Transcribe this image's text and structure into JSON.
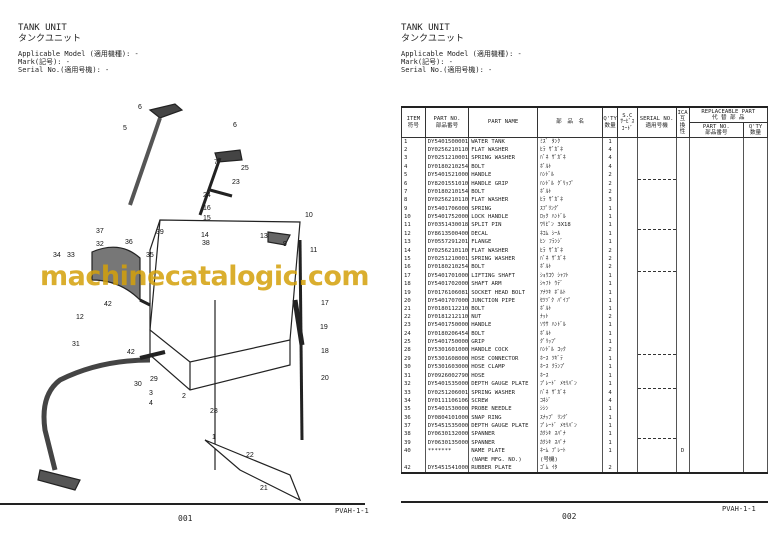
{
  "left": {
    "title_en": "TANK UNIT",
    "title_jp": "タンクユニット",
    "model": "Applicable Model (適用機種): -",
    "mark": "Mark(記号): -",
    "serial": "Serial No.(適用号機): -",
    "ref": "PVAH-1-1",
    "page": "001"
  },
  "right": {
    "title_en": "TANK UNIT",
    "title_jp": "タンクユニット",
    "model": "Applicable Model (適用機種): -",
    "mark": "Mark(記号): -",
    "serial": "Serial No.(適用号機): -",
    "ref": "PVAH-1-1",
    "page": "002"
  },
  "watermark": "machinecatalogic.com",
  "diagram": {
    "callouts": [
      "6",
      "5",
      "6",
      "7",
      "25",
      "23",
      "24",
      "16",
      "15",
      "10",
      "14",
      "13",
      "11",
      "39",
      "38",
      "37",
      "32",
      "36",
      "34",
      "33",
      "35",
      "9",
      "42",
      "12",
      "17",
      "19",
      "18",
      "31",
      "42",
      "29",
      "30",
      "3",
      "4",
      "2",
      "28",
      "20",
      "22",
      "1",
      "21"
    ]
  },
  "table": {
    "headers": {
      "item": "ITEM\n符号",
      "part_no": "PART NO.\n部品番号",
      "part_name": "PART NAME",
      "jp_name": "部　品　名",
      "qty": "Q'TY\n数量",
      "sc": "S.C\nｻｰﾋﾞｽ\nｺｰﾄﾞ",
      "serial": "SERIAL NO.\n適用号機",
      "ica": "ICA\n互\n換\n性",
      "repl": "REPLACEABLE PART\n代 替 部 品",
      "repl_part": "PART NO.\n部品番号",
      "repl_qty": "Q'TY\n数量"
    },
    "rows": [
      [
        "1",
        "DY5401500001",
        "WATER TANK",
        "ﾐｽﾞ ﾀﾝｸ",
        "1",
        ""
      ],
      [
        "2",
        "DY0256210110",
        "FLAT WASHER",
        "ﾋﾗ ｻﾞｶﾞﾈ",
        "4",
        ""
      ],
      [
        "3",
        "DY0251210001",
        "SPRING WASHER",
        "ﾊﾞﾈ ｻﾞｶﾞﾈ",
        "4",
        ""
      ],
      [
        "4",
        "DY0180210254",
        "BOLT",
        "ﾎﾞﾙﾄ",
        "4",
        ""
      ],
      [
        "5",
        "DY5401521000",
        "HANDLE",
        "ﾊﾝﾄﾞﾙ",
        "2",
        ""
      ],
      [
        "6",
        "DY8201551010",
        "HANDLE GRIP",
        "ﾊﾝﾄﾞﾙ ｸﾞﾘｯﾌﾟ",
        "2",
        ""
      ],
      [
        "7",
        "DY0180210154",
        "BOLT",
        "ﾎﾞﾙﾄ",
        "2",
        ""
      ],
      [
        "8",
        "DY0256210110",
        "FLAT WASHER",
        "ﾋﾗ ｻﾞｶﾞﾈ",
        "3",
        ""
      ],
      [
        "9",
        "DY5401706000",
        "SPRING",
        "ｽﾌﾟﾘﾝｸﾞ",
        "1",
        ""
      ],
      [
        "10",
        "DY5401752000",
        "LOCK HANDLE",
        "ﾛｯｸ ﾊﾝﾄﾞﾙ",
        "1",
        ""
      ],
      [
        "11",
        "DY0351430018",
        "SPLIT PIN",
        "ﾜﾘﾋﾟﾝ 3X18",
        "1",
        ""
      ],
      [
        "12",
        "DY8613500400",
        "DECAL",
        "ﾈｺﾑ ｼｰﾙ",
        "1",
        ""
      ],
      [
        "13",
        "DY0557291201",
        "FLANGE",
        "ﾋﾝ ﾌﾗﾝｼﾞ",
        "1",
        ""
      ],
      [
        "14",
        "DY0256210110",
        "FLAT WASHER",
        "ﾋﾗ ｻﾞｶﾞﾈ",
        "2",
        ""
      ],
      [
        "15",
        "DY0251210001",
        "SPRING WASHER",
        "ﾊﾞﾈ ｻﾞｶﾞﾈ",
        "2",
        ""
      ],
      [
        "16",
        "DY0180210254",
        "BOLT",
        "ﾎﾞﾙﾄ",
        "2",
        ""
      ],
      [
        "17",
        "DY5401701000",
        "LIFTING SHAFT",
        "ｼｮｳｺｳ ｼｬﾌﾄ",
        "1",
        ""
      ],
      [
        "18",
        "DY5401702000",
        "SHAFT ARM",
        "ｼｬﾌﾄ ｳﾃﾞ",
        "1",
        ""
      ],
      [
        "19",
        "DY0176106081",
        "SOCKET HEAD BOLT",
        "ｱﾅﾂｷ ﾎﾞﾙﾄ",
        "1",
        ""
      ],
      [
        "20",
        "DY5401707000",
        "JUNCTION PIPE",
        "ｾﾂｿﾞｸ ﾊﾟｲﾌﾟ",
        "1",
        ""
      ],
      [
        "21",
        "DY0180112210",
        "BOLT",
        "ﾎﾞﾙﾄ",
        "1",
        ""
      ],
      [
        "22",
        "DY0181212110",
        "NUT",
        "ﾅｯﾄ",
        "2",
        ""
      ],
      [
        "23",
        "DY5401750000",
        "HANDLE",
        "ｿｳｻ ﾊﾝﾄﾞﾙ",
        "1",
        ""
      ],
      [
        "24",
        "DY0180206454",
        "BOLT",
        "ﾎﾞﾙﾄ",
        "1",
        ""
      ],
      [
        "25",
        "DY5401750000",
        "GRIP",
        "ｸﾞﾘｯﾌﾟ",
        "1",
        ""
      ],
      [
        "28",
        "DY5301601000",
        "HANDLE COCK",
        "ﾊﾝﾄﾞﾙ ｺｯｸ",
        "2",
        ""
      ],
      [
        "29",
        "DY5301608000",
        "HOSE CONNECTOR",
        "ﾎｰｽ ﾂｷﾞﾃ",
        "1",
        ""
      ],
      [
        "30",
        "DY5301603000",
        "HOSE CLAMP",
        "ﾎｰｽ ｸﾗﾝﾌﾟ",
        "1",
        ""
      ],
      [
        "31",
        "DY0926002790",
        "HOSE",
        "ﾎｰｽ",
        "1",
        ""
      ],
      [
        "32",
        "DY5401535000",
        "DEPTH GAUGE PLATE",
        "ﾌﾟﾚｰﾄﾞ ﾒﾓﾘﾊﾞﾝ",
        "1",
        ""
      ],
      [
        "33",
        "DY0251206001",
        "SPRING WASHER",
        "ﾊﾞﾈ ｻﾞｶﾞﾈ",
        "4",
        ""
      ],
      [
        "34",
        "DY0111106106",
        "SCREW",
        "ｺﾈｼﾞ",
        "4",
        ""
      ],
      [
        "35",
        "DY5401530000",
        "PROBE NEEDLE",
        "ｼｼﾝ",
        "1",
        ""
      ],
      [
        "36",
        "DY0804101000",
        "SNAP RING",
        "ｽﾅｯﾌﾟ ﾘﾝｸﾞ",
        "1",
        ""
      ],
      [
        "37",
        "DY5451535000",
        "DEPTH GAUGE PLATE",
        "ﾌﾟﾚｰﾄﾞ ﾒﾓﾘﾊﾞﾝ",
        "1",
        ""
      ],
      [
        "38",
        "DY0630132000",
        "SPANNER",
        "ｶｸｼｷ ｽﾊﾟﾅ",
        "1",
        ""
      ],
      [
        "39",
        "DY0630135000",
        "SPANNER",
        "ｶｸｼｷ ｽﾊﾟﾅ",
        "1",
        ""
      ],
      [
        "40",
        "*******",
        "NAME PLATE",
        "ﾈｰﾑ ﾌﾟﾚｰﾄ",
        "1",
        "D"
      ],
      [
        "",
        "",
        "(NAME MFG. NO.)",
        "(号機)",
        "",
        ""
      ],
      [
        "42",
        "DY5451541000",
        "RUBBER PLATE",
        "ｺﾞﾑ ｲﾀ",
        "2",
        ""
      ]
    ]
  }
}
